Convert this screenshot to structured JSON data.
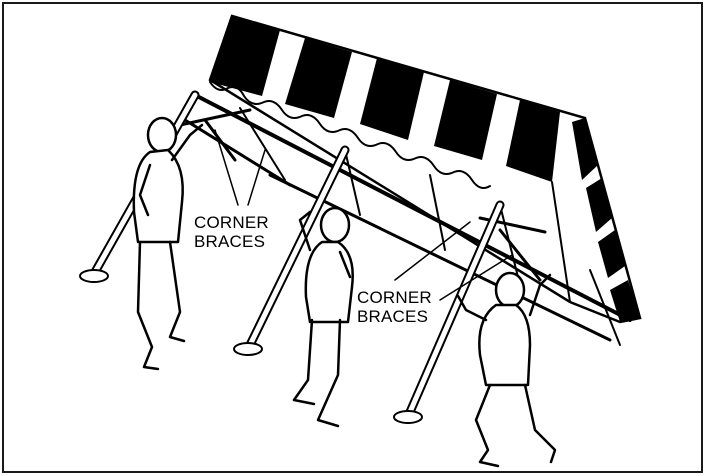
{
  "diagram": {
    "labels": {
      "left": {
        "line1": "CORNER",
        "line2": "BRACES"
      },
      "right": {
        "line1": "CORNER",
        "line2": "BRACES"
      }
    },
    "colors": {
      "ink": "#000000",
      "paper": "#ffffff",
      "frame": "#1a1a1a"
    }
  }
}
